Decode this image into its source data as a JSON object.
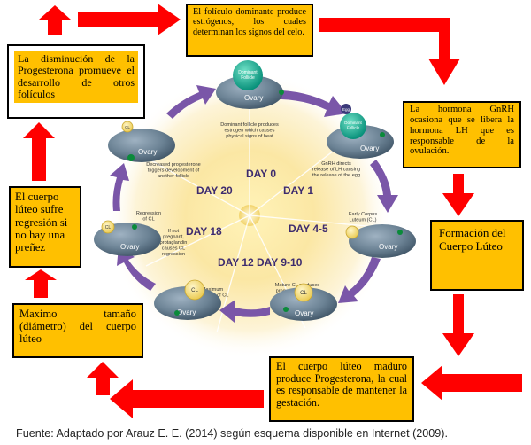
{
  "caption": "Fuente: Adaptado por Arauz E. E. (2014) según esquema disponible en Internet (2009).",
  "boxes": {
    "folicle": "El folículo dominante produce estrógenos, los cuales determinan los signos del celo.",
    "gnrh": "La hormona GnRH ocasiona que se libera la hormona LH que es responsable de la ovulación.",
    "formacion": "Formación del Cuerpo Lúteo",
    "maduro": "El cuerpo lúteo maduro produce Progesterona, la cual es responsable de mantener la gestación.",
    "maximo": "Maximo tamaño (diámetro) del cuerpo lúteo",
    "luteo": "El cuerpo lúteo sufre regresión si no hay una preñez",
    "disminucion": "La disminución de la Progesterona promueve el desarrollo de otros folículos"
  },
  "wheel": {
    "days": {
      "day0": "DAY 0",
      "day1": "DAY 1",
      "day45": "DAY 4-5",
      "day910": "DAY 9-10",
      "day12": "DAY 12",
      "day18": "DAY 18",
      "day20": "DAY 20"
    },
    "descriptions": {
      "day0": [
        "Dominant follicle produces",
        "estrogen which causes",
        "physical signs of heat"
      ],
      "day1": [
        "GnRH directs",
        "release of LH causing",
        "the release of the egg"
      ],
      "day45": [
        "Early Corpus",
        "Luteum (CL)"
      ],
      "day910": [
        "Mature CL produces",
        "progesterone which",
        "maintains pregnancy"
      ],
      "day12": [
        "Maximum",
        "diameter of CL"
      ],
      "day18a": [
        "If not",
        "pregnant,",
        "protaglandin",
        "causes CL",
        "regression"
      ],
      "day18b": [
        "Regression",
        "of CL"
      ],
      "day20": [
        "Decreased progesterone",
        "triggers development of",
        "another follicle"
      ]
    },
    "ovary_label": "Ovary",
    "cl_label": "CL",
    "egg_label": "Egg",
    "dominant_follicle_label": [
      "Dominant",
      "Follicle"
    ]
  },
  "colors": {
    "box_fill": "#ffc000",
    "arrow_red": "#ff0000",
    "wheel_arrow": "#7a56a8",
    "day_label": "#3d2b6e",
    "ovary": "#60778a",
    "follicle": "#00a68f"
  }
}
